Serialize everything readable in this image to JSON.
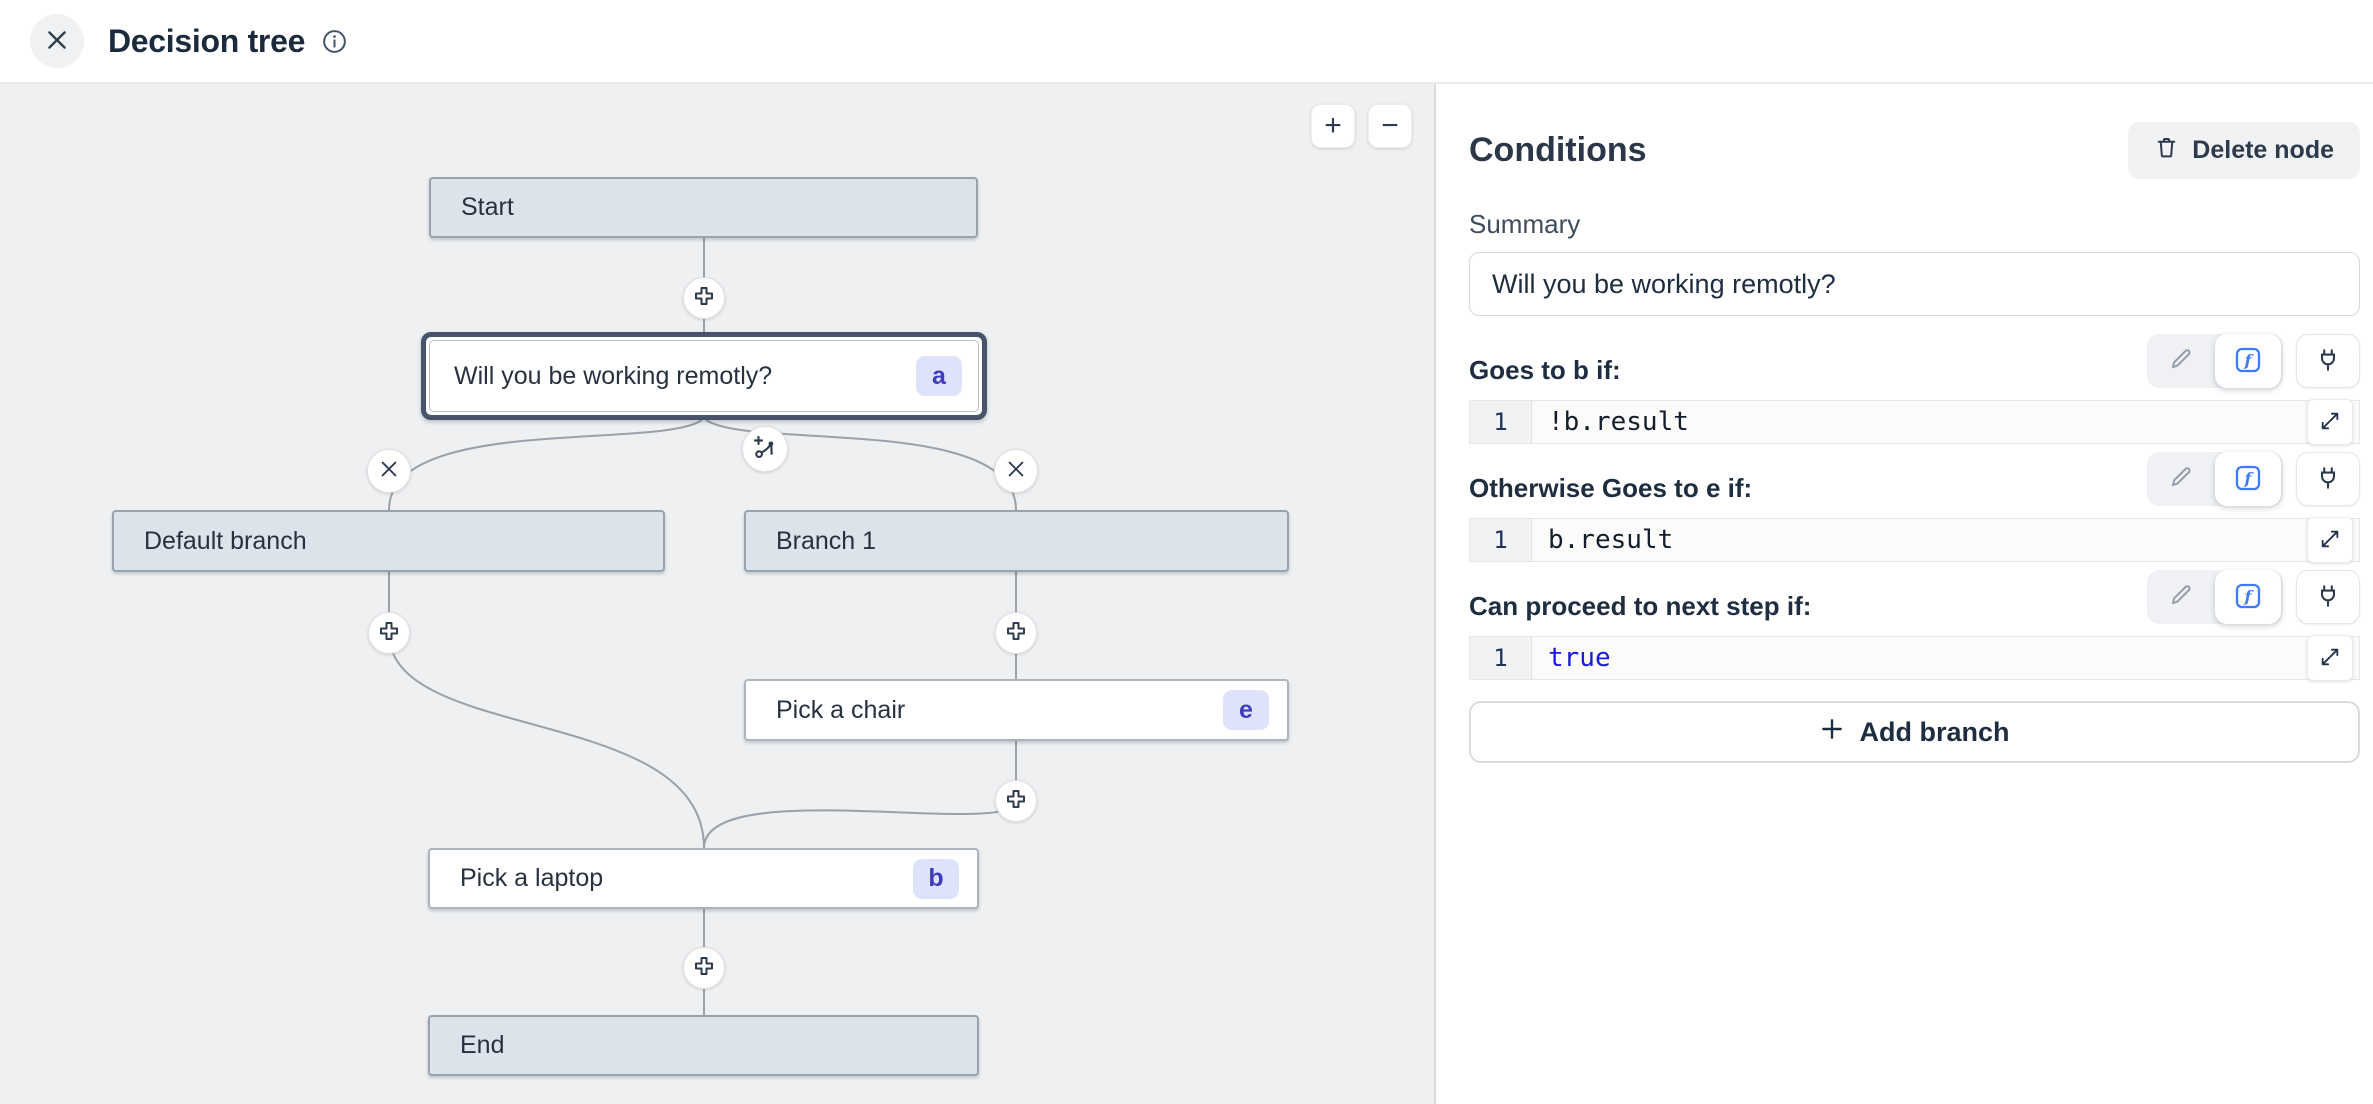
{
  "header": {
    "title": "Decision tree"
  },
  "canvas": {
    "zoom_in": "+",
    "zoom_out": "−",
    "nodes": [
      {
        "id": "start",
        "label": "Start"
      },
      {
        "id": "question",
        "label": "Will you be working remotly?",
        "badge": "a"
      },
      {
        "id": "default-branch",
        "label": "Default branch"
      },
      {
        "id": "branch-1",
        "label": "Branch 1"
      },
      {
        "id": "pick-a-chair",
        "label": "Pick a chair",
        "badge": "e"
      },
      {
        "id": "pick-a-laptop",
        "label": "Pick a laptop",
        "badge": "b"
      },
      {
        "id": "end",
        "label": "End"
      }
    ]
  },
  "panel": {
    "title": "Conditions",
    "delete_button_label": "Delete node",
    "summary_label": "Summary",
    "summary_value": "Will you be working remotly?",
    "conditions": [
      {
        "label": "Goes to b if:",
        "line_number": "1",
        "code": "!b.result",
        "keyword": false
      },
      {
        "label": "Otherwise Goes to e if:",
        "line_number": "1",
        "code": "b.result",
        "keyword": false
      },
      {
        "label": "Can proceed to next step if:",
        "line_number": "1",
        "code": "true",
        "keyword": true
      }
    ],
    "add_branch_label": "Add branch"
  },
  "colors": {
    "badge_bg": "#dee3fb",
    "badge_text": "#3d3dbe",
    "code_keyword_blue": "#1b18e0",
    "function_icon_blue": "#3e7bfa",
    "selected_node_border": "#47536a"
  }
}
